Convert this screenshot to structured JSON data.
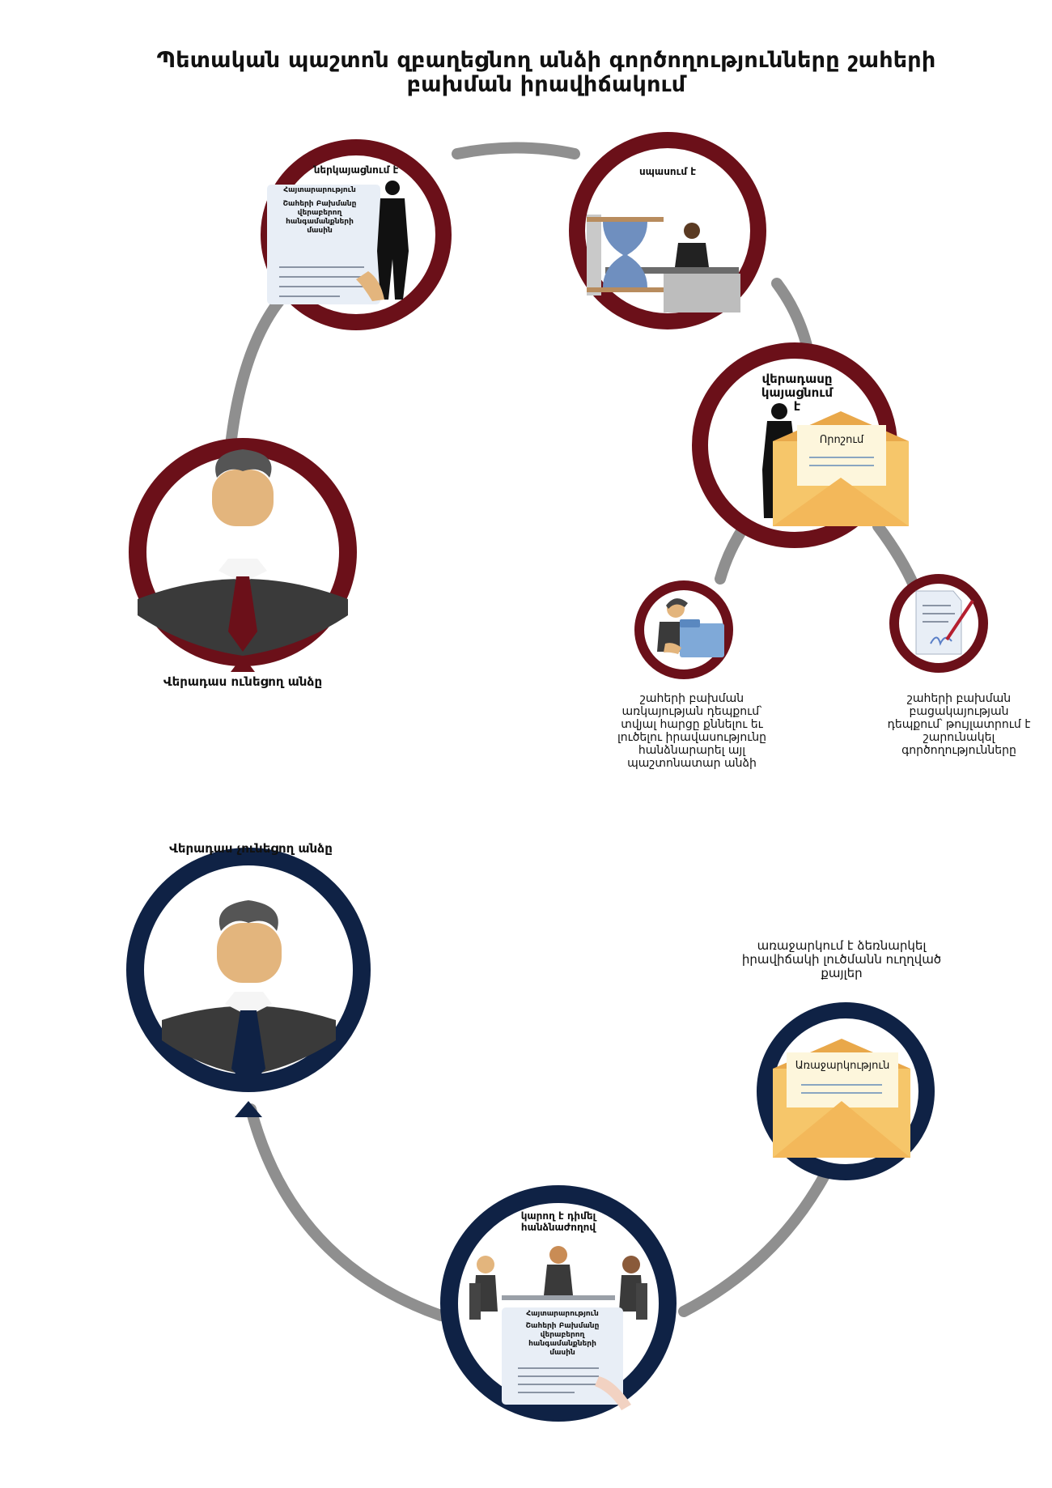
{
  "title": "Պետական պաշտոն զբաղեցնող անձի գործողությունները շահերի բախման իրավիճակում",
  "colors": {
    "maroon": "#6b1019",
    "navy": "#0f2245",
    "ring": "#8f8f8f",
    "skin": "#e3b57d",
    "suit": "#3a3a3a",
    "envelope": "#f6c66a"
  },
  "top_section": {
    "person_label": "Վերադաս ունեցող անձը",
    "step1": {
      "label": "ներկայացնում է",
      "doc_title": "Հայտարարություն",
      "doc_body": "Շահերի Բախմանը վերաբերող հանգամանքների մասին"
    },
    "step2": {
      "label": "սպասում է"
    },
    "step3": {
      "label": "վերադասը կայացնում է",
      "envelope_text": "Որոշում"
    },
    "outcome1": "շահերի բախման առկայության դեպքում՝ տվյալ հարցը քննելու եւ լուծելու իրավասությունը հանձնարարել այլ պաշտոնատար անձի",
    "outcome2": "շահերի բախման բացակայության դեպքում՝ թույլատրում է շարունակել գործողությունները"
  },
  "bottom_section": {
    "person_label": "Վերադաս չունեցող անձը",
    "proposal_label": "առաջարկում է ձեռնարկել իրավիճակի լուծմանն ուղղված քայլեր",
    "envelope_text": "Առաջարկություն",
    "meeting_label": "կարող է դիմել հանձնաժողով",
    "doc_title": "Հայտարարություն",
    "doc_body": "Շահերի Բախմանը վերաբերող հանգամանքների մասին"
  }
}
